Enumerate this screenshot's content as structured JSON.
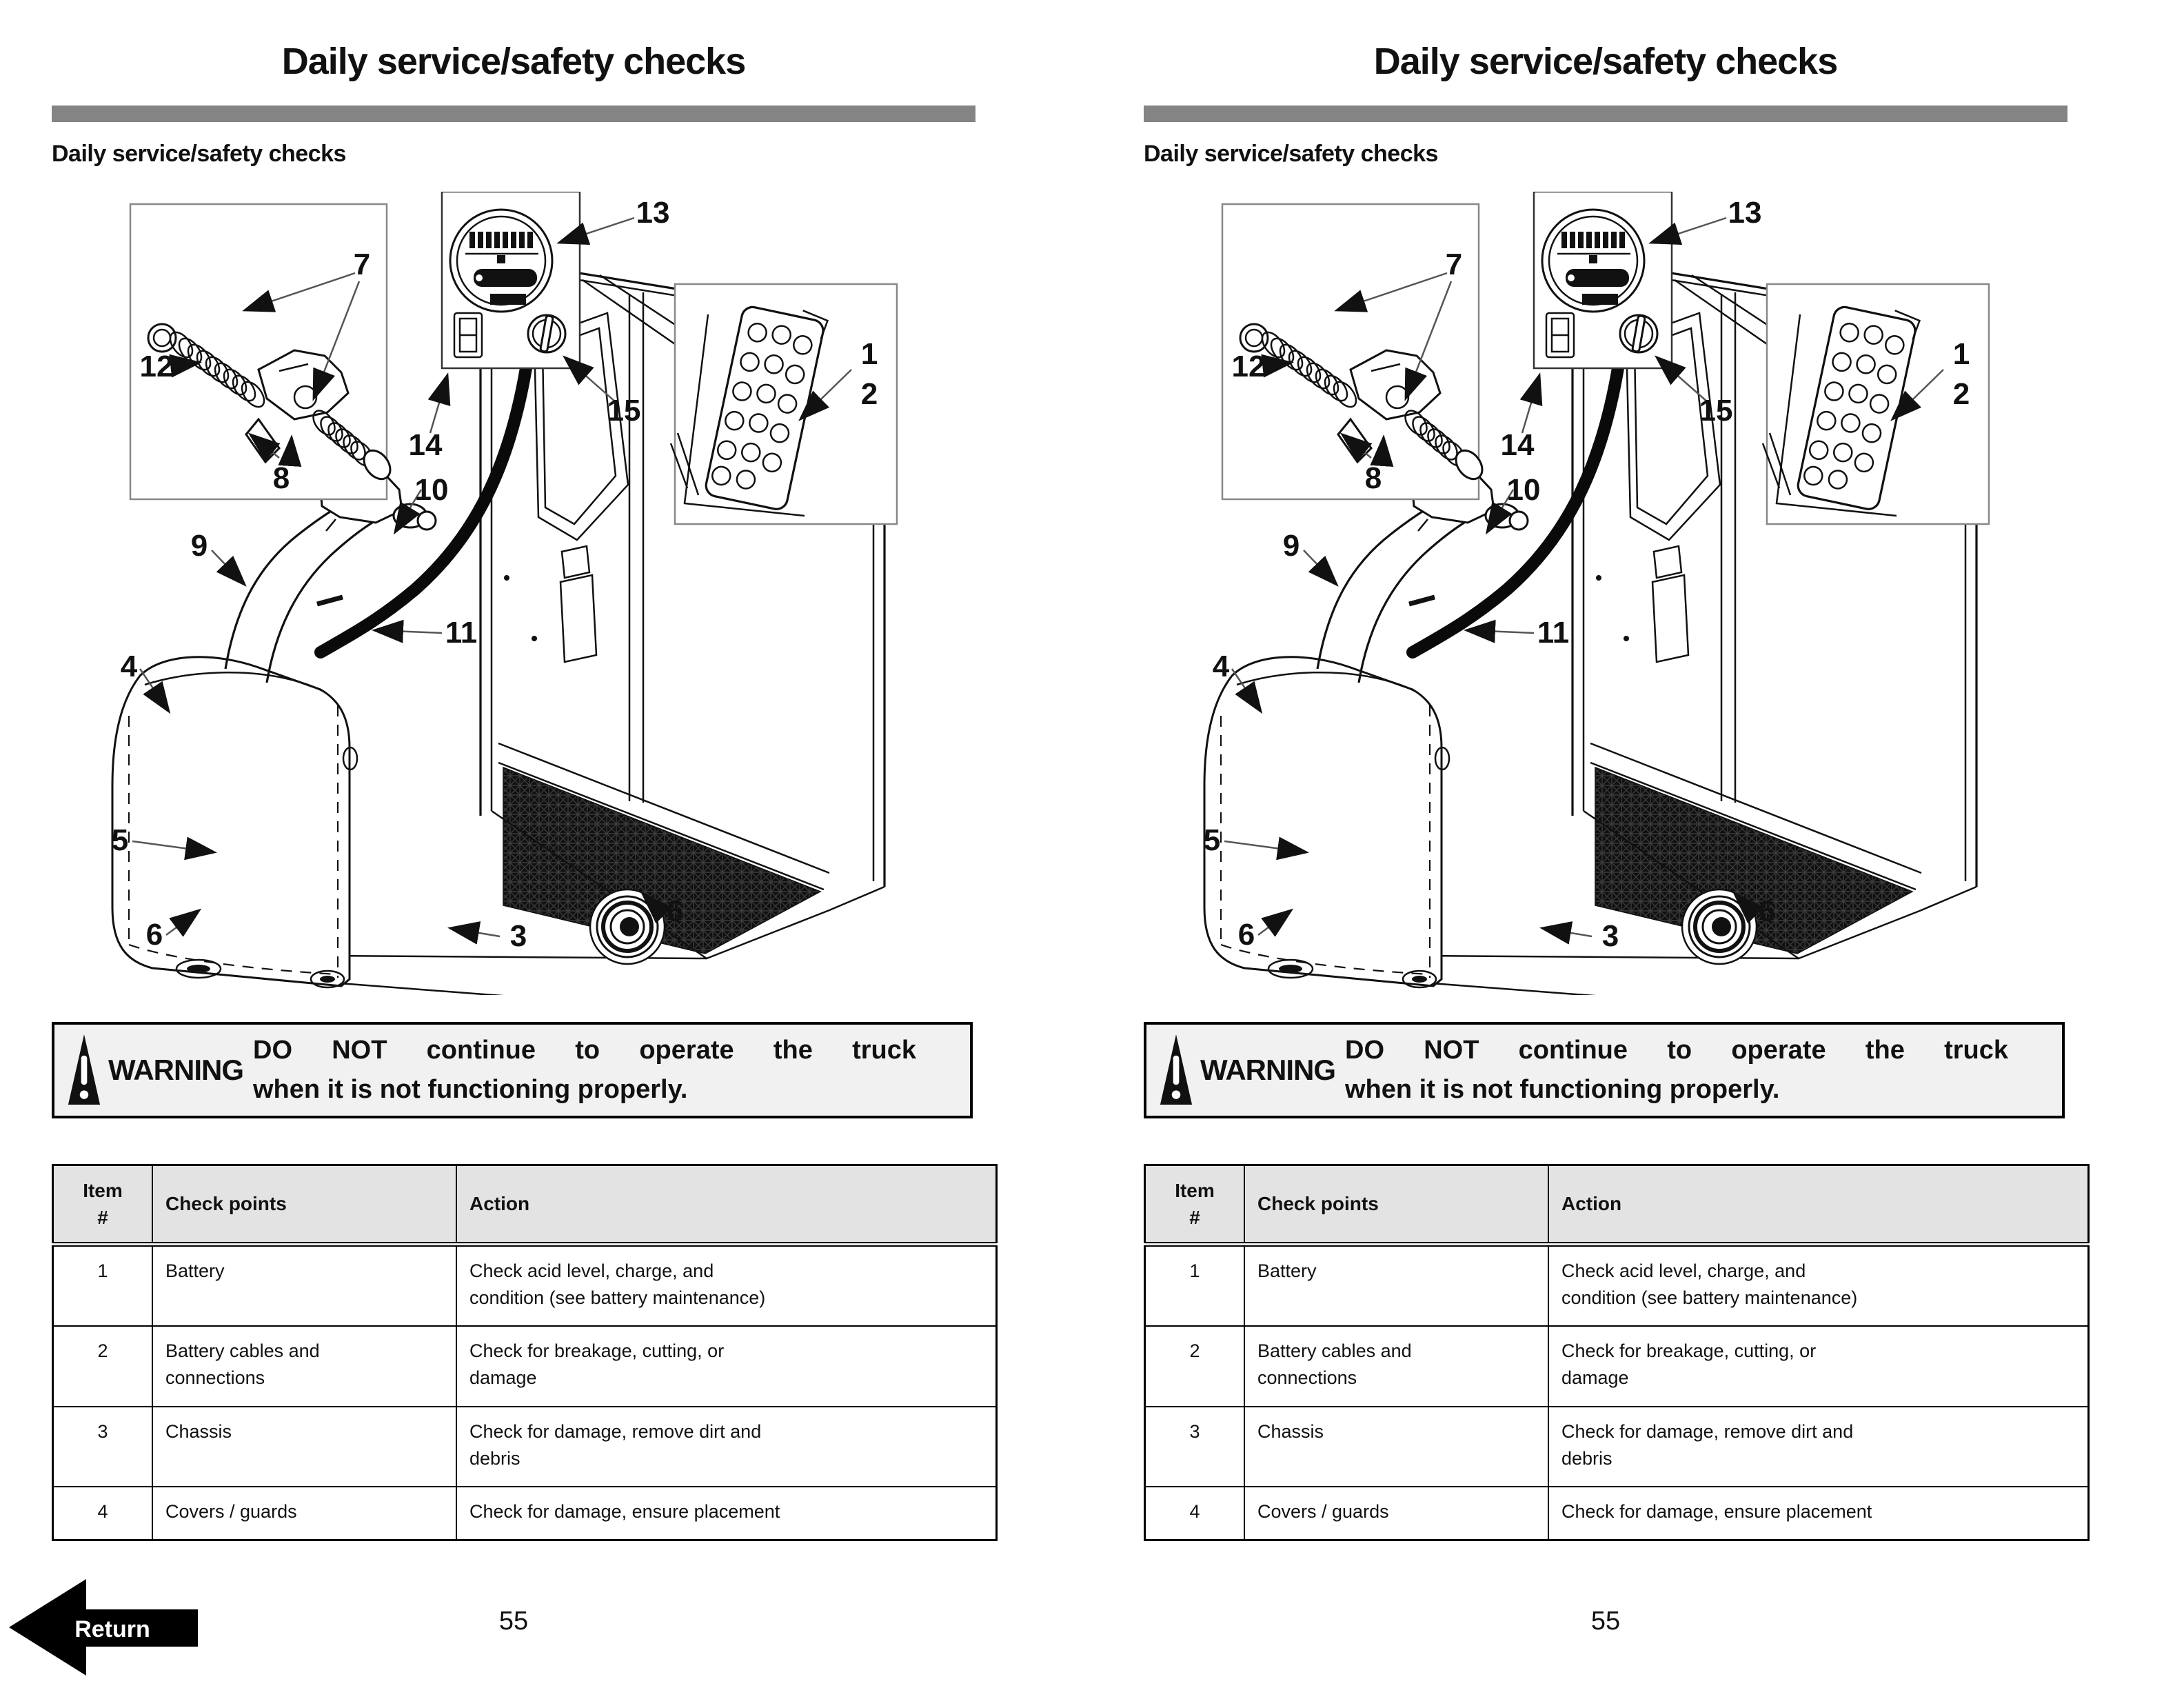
{
  "header": {
    "title": "Daily service/safety checks"
  },
  "section": {
    "heading": "Daily service/safety checks"
  },
  "warning": {
    "label": "WARNING",
    "line1": "DO NOT continue to operate the truck",
    "line2": "when it is not functioning properly."
  },
  "table": {
    "col_item": "Item\n#",
    "col_check": "Check points",
    "col_action": "Action",
    "rows": [
      {
        "num": "1",
        "check": "Battery",
        "action": "Check acid level, charge, and\ncondition (see battery maintenance)"
      },
      {
        "num": "2",
        "check": "Battery cables and\nconnections",
        "action": "Check for breakage, cutting, or\ndamage"
      },
      {
        "num": "3",
        "check": "Chassis",
        "action": "Check for damage, remove dirt and\ndebris"
      },
      {
        "num": "4",
        "check": "Covers / guards",
        "action": "Check for damage, ensure placement"
      }
    ]
  },
  "footer": {
    "page_number": "55"
  },
  "nav": {
    "return_label": "Return"
  },
  "illustration": {
    "callouts": {
      "n1": "1",
      "n2": "2",
      "n3": "3",
      "n4": "4",
      "n5": "5",
      "n6": "6",
      "n7": "7",
      "n8": "8",
      "n9": "9",
      "n10": "10",
      "n11": "11",
      "n12": "12",
      "n13": "13",
      "n14": "14",
      "n15": "15"
    }
  }
}
